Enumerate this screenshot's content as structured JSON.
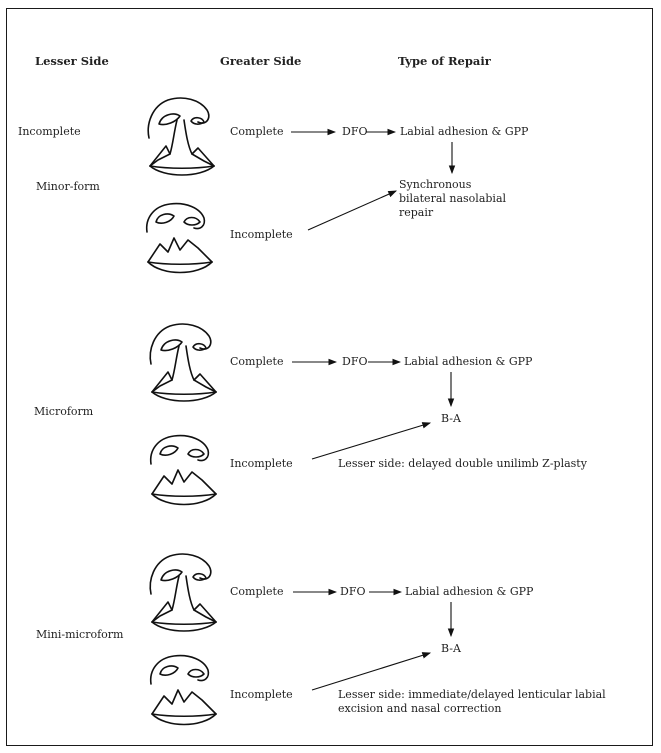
{
  "headers": {
    "lesser_side": "Lesser Side",
    "greater_side": "Greater Side",
    "type_of_repair": "Type of Repair"
  },
  "groups": [
    {
      "lesser_label": "Incomplete",
      "sub_label": "Minor-form",
      "rows": [
        {
          "greater": "Complete",
          "dfo": "DFO",
          "repair": "Labial adhesion & GPP"
        },
        {
          "greater": "Incomplete"
        }
      ],
      "result": "Synchronous bilateral nasolabial repair"
    },
    {
      "lesser_label": "Microform",
      "rows": [
        {
          "greater": "Complete",
          "dfo": "DFO",
          "repair": "Labial adhesion & GPP"
        },
        {
          "greater": "Incomplete",
          "note": "Lesser side: delayed double unilimb Z-plasty"
        }
      ],
      "result": "B-A"
    },
    {
      "lesser_label": "Mini-microform",
      "rows": [
        {
          "greater": "Complete",
          "dfo": "DFO",
          "repair": "Labial adhesion & GPP"
        },
        {
          "greater": "Incomplete",
          "note": "Lesser side: immediate/delayed lenticular labial excision and nasal correction"
        }
      ],
      "result": "B-A"
    }
  ]
}
